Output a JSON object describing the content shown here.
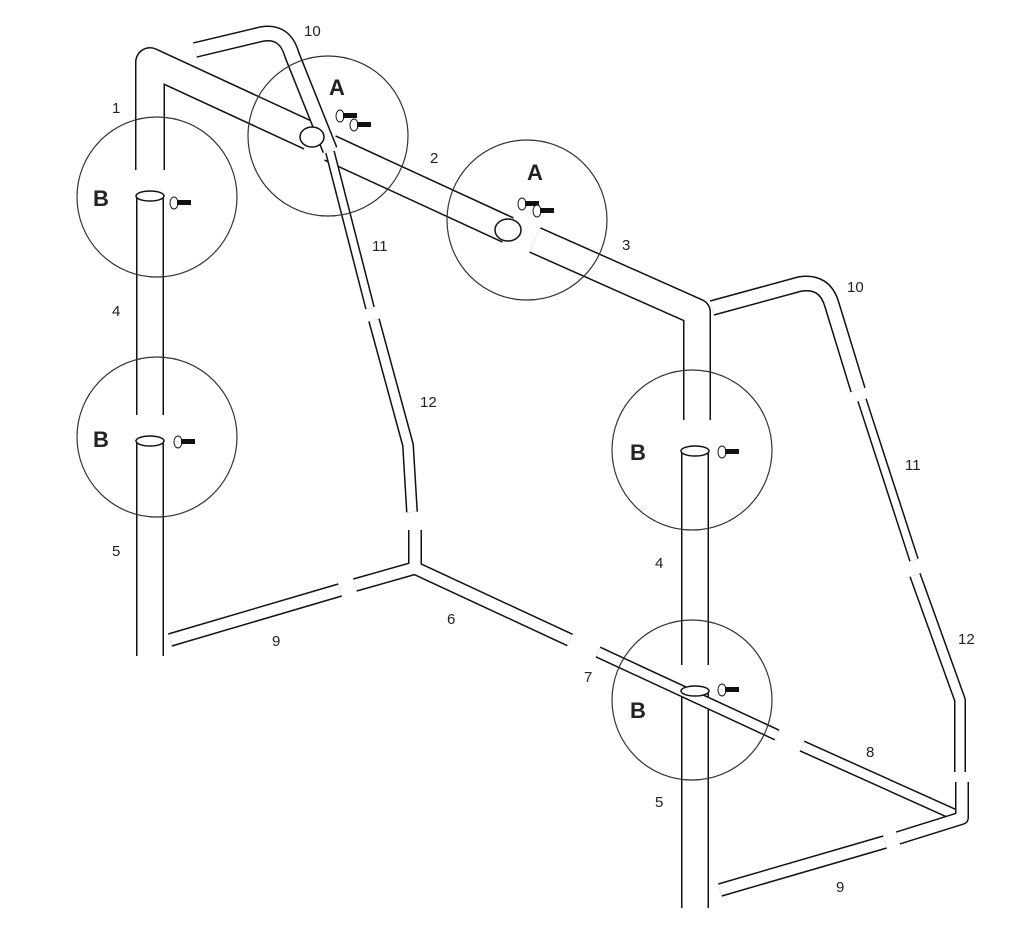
{
  "diagram": {
    "title": "Goal frame assembly",
    "part_labels": {
      "p1": "1",
      "p2": "2",
      "p3": "3",
      "p4_left": "4",
      "p5_left": "5",
      "p4_right": "4",
      "p5_right": "5",
      "p6": "6",
      "p7": "7",
      "p8": "8",
      "p9_left": "9",
      "p9_right": "9",
      "p10_left": "10",
      "p10_right": "10",
      "p11_left": "11",
      "p11_right": "11",
      "p12_left": "12",
      "p12_right": "12"
    },
    "detail_labels": {
      "a1": "A",
      "a2": "A",
      "b1": "B",
      "b2": "B",
      "b3": "B",
      "b4": "B"
    }
  }
}
